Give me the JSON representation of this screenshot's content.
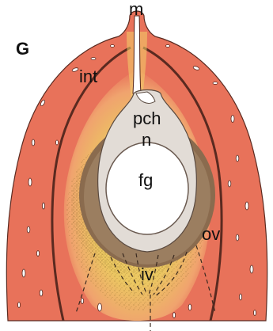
{
  "panel_letter": "G",
  "labels": {
    "micropyle": "m",
    "integument": "int",
    "pollen_chamber": "pch",
    "nucellus": "n",
    "female_gametophyte": "fg",
    "ovule": "ov",
    "integumentary_vasculature": "iv"
  },
  "colors": {
    "integument_red": "#e8725a",
    "integument_outline": "#5a2a20",
    "nucellus_gray": "#e2dcd6",
    "megaspore_wall_brown": "#8a6b4e",
    "stippled_tissue_yellow": "#e6c55a",
    "background": "#ffffff"
  }
}
